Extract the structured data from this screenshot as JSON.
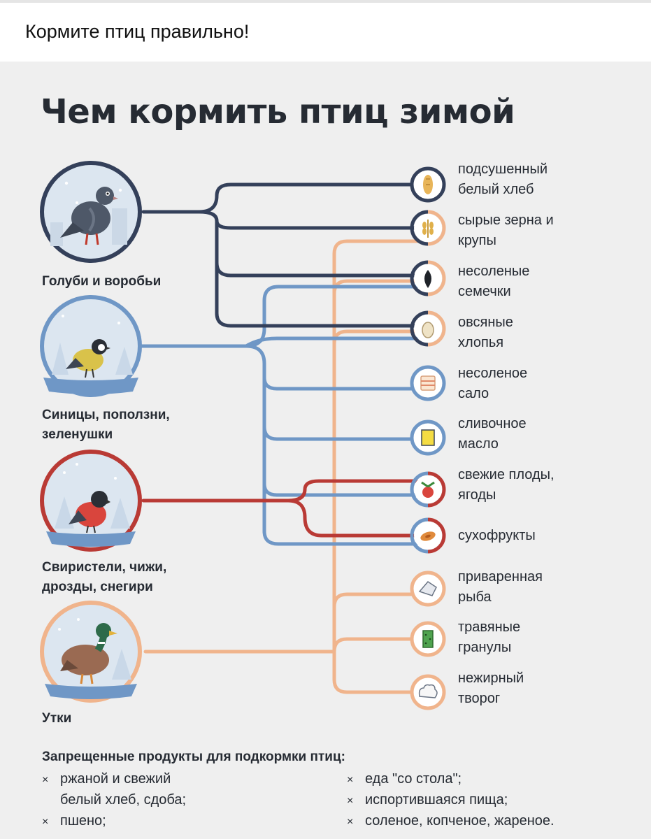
{
  "post": {
    "title": "Кормите птиц правильно!"
  },
  "infographic": {
    "title": "Чем кормить птиц зимой",
    "colors": {
      "navy": "#34405a",
      "blue": "#6f97c6",
      "red": "#b93a35",
      "orange": "#f0b48c"
    },
    "birds": [
      {
        "name": "Голуби и воробьи",
        "icon": "pigeon-icon",
        "color": "#34405a"
      },
      {
        "name": "Синицы, поползни, зеленушки",
        "icon": "tit-icon",
        "color": "#6f97c6"
      },
      {
        "name": "Свиристели, чижи, дрозды, снегири",
        "icon": "bullfinch-icon",
        "color": "#b93a35"
      },
      {
        "name": "Утки",
        "icon": "duck-icon",
        "color": "#f0b48c"
      }
    ],
    "foods": [
      {
        "name": "подсушенный белый хлеб",
        "icon": "bread-icon"
      },
      {
        "name": "сырые зерна и крупы",
        "icon": "wheat-icon"
      },
      {
        "name": "несоленые семечки",
        "icon": "sunflower-seed-icon"
      },
      {
        "name": "овсяные хлопья",
        "icon": "oat-flake-icon"
      },
      {
        "name": "несоленое сало",
        "icon": "lard-icon"
      },
      {
        "name": "сливочное масло",
        "icon": "butter-icon"
      },
      {
        "name": "свежие плоды, ягоды",
        "icon": "berry-icon"
      },
      {
        "name": "сухофрукты",
        "icon": "dried-fruit-icon"
      },
      {
        "name": "приваренная рыба",
        "icon": "fish-icon"
      },
      {
        "name": "травяные гранулы",
        "icon": "grass-pellets-icon"
      },
      {
        "name": "нежирный творог",
        "icon": "cottage-cheese-icon"
      }
    ],
    "forbidden": {
      "title": "Запрещенные продукты для подкормки птиц:",
      "left": [
        "ржаной и свежий",
        "белый хлеб, сдоба;",
        "пшено;"
      ],
      "right": [
        "еда \"со стола\";",
        "испортившаяся пища;",
        "соленое, копченое, жареное."
      ]
    }
  }
}
